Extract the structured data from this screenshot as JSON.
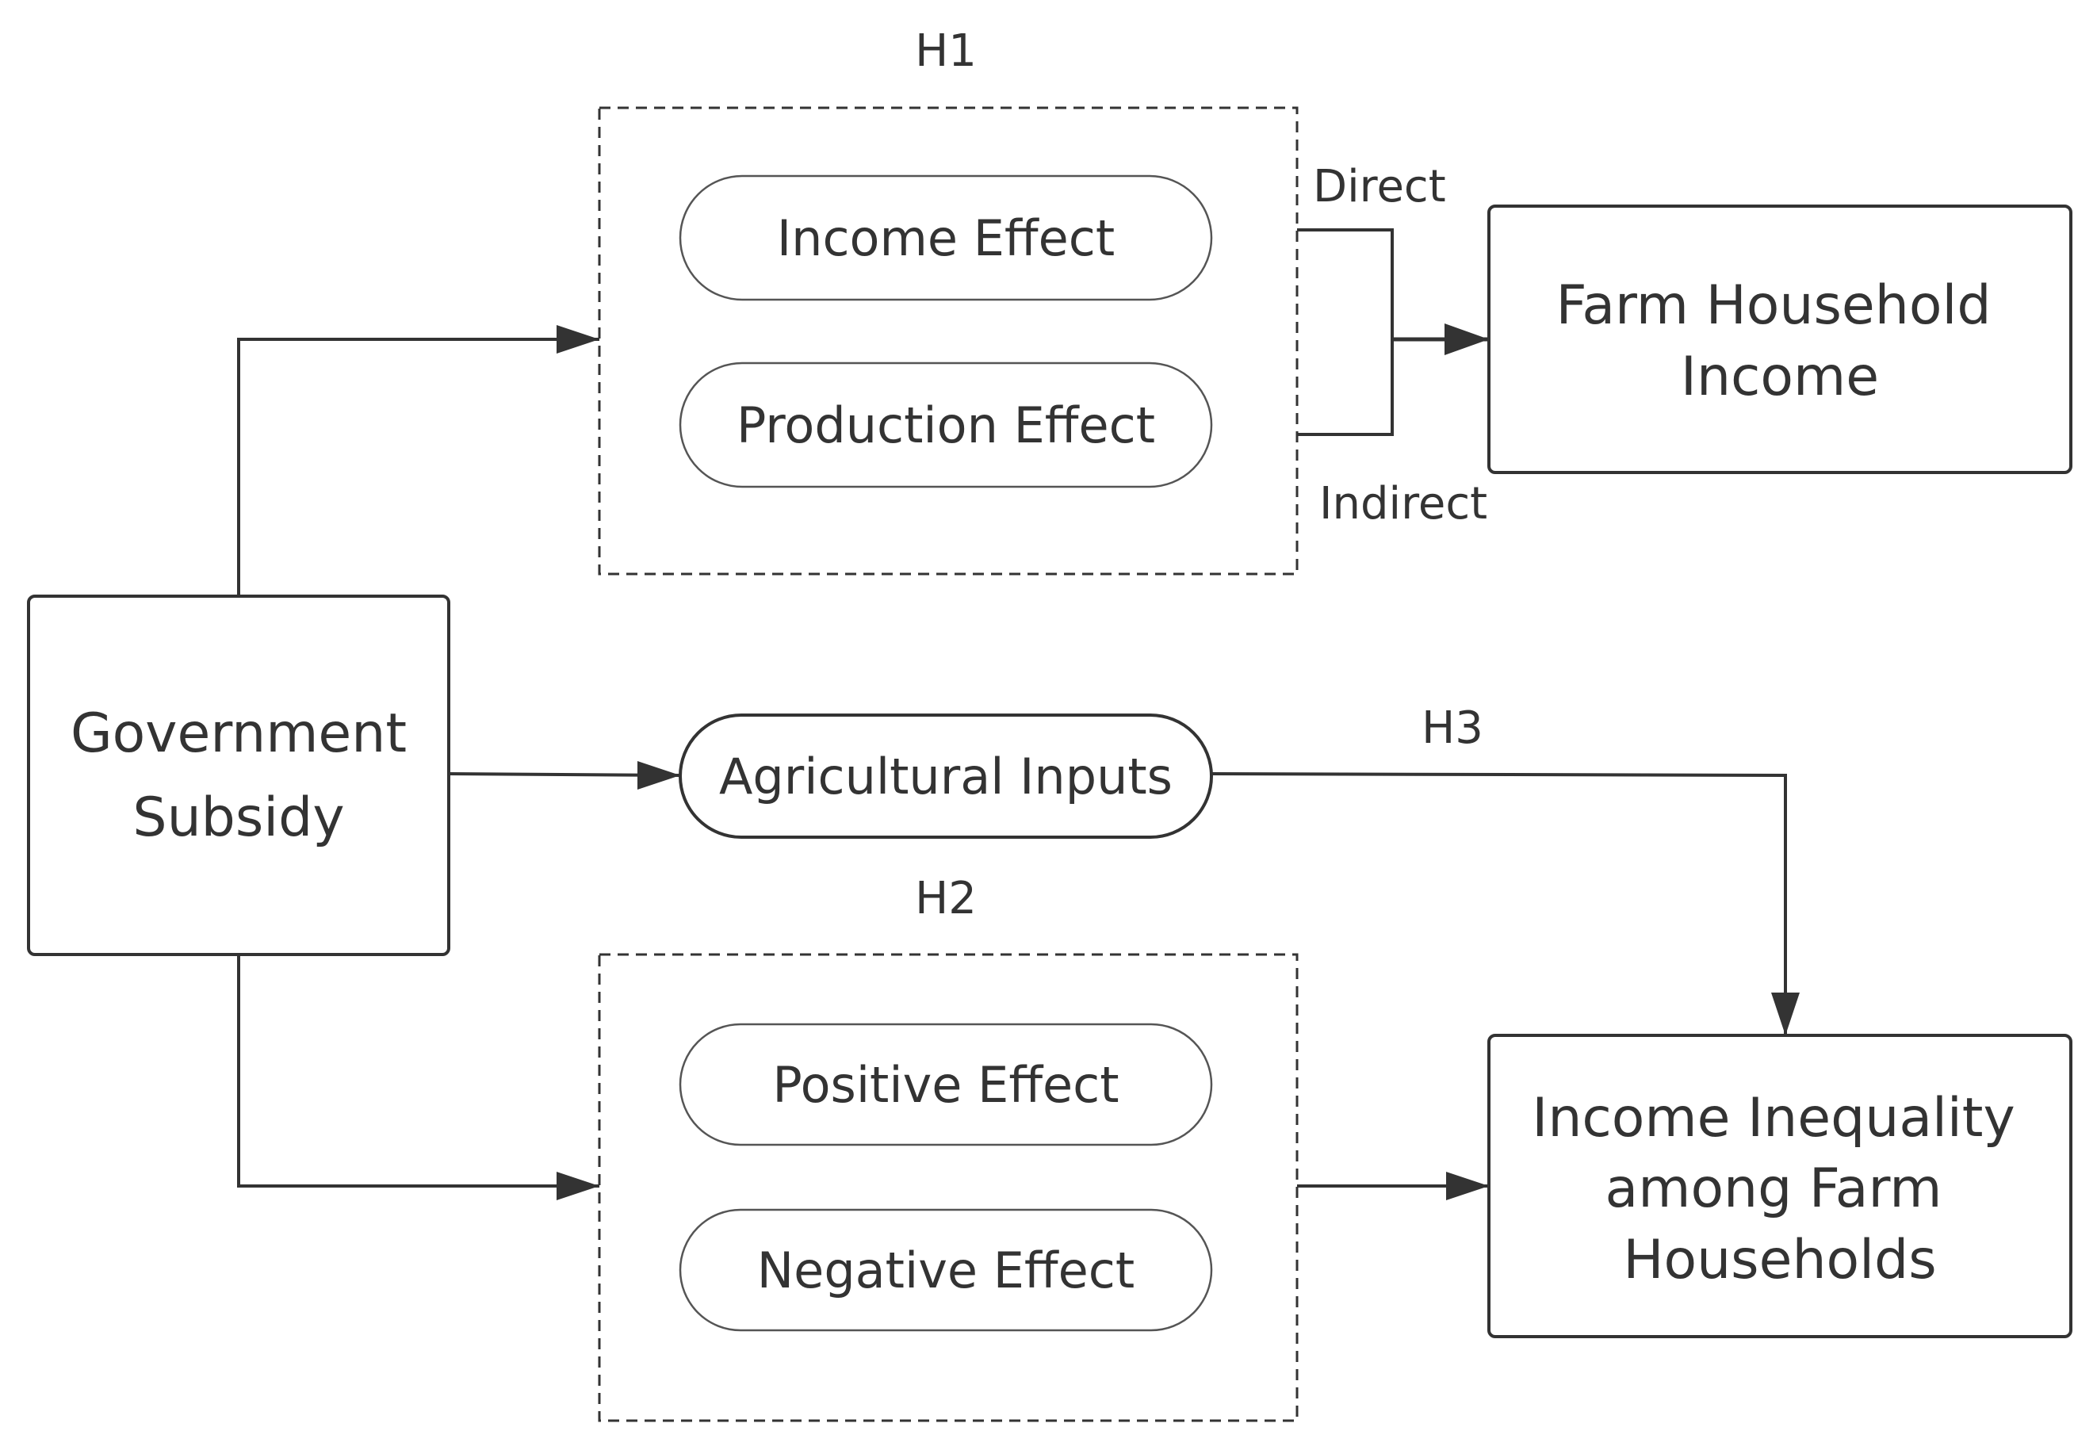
{
  "nodes": {
    "government_subsidy": {
      "lines": [
        "Government",
        "Subsidy"
      ]
    },
    "farm_household_income": {
      "lines": [
        "Farm Household",
        "Income"
      ]
    },
    "income_inequality": {
      "lines": [
        "Income Inequality",
        "among Farm",
        "Households"
      ]
    },
    "income_effect": {
      "label": "Income Effect"
    },
    "production_effect": {
      "label": "Production Effect"
    },
    "agricultural_inputs": {
      "label": "Agricultural Inputs"
    },
    "positive_effect": {
      "label": "Positive Effect"
    },
    "negative_effect": {
      "label": "Negative Effect"
    }
  },
  "hypotheses": {
    "h1": "H1",
    "h2": "H2",
    "h3": "H3"
  },
  "edge_labels": {
    "direct": "Direct",
    "indirect": "Indirect"
  },
  "colors": {
    "stroke": "#333333",
    "pill_stroke": "#555555",
    "text": "#333333",
    "background": "#ffffff"
  }
}
